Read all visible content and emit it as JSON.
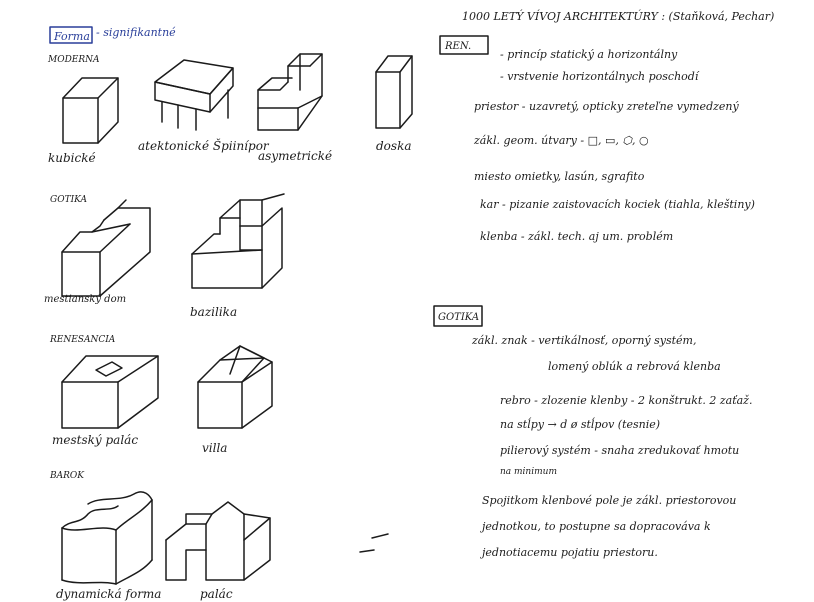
{
  "left": {
    "forma_box": "Forma",
    "forma_suffix": "- signifikantné",
    "sections": [
      {
        "title": "MODERNA",
        "items": [
          "kubické",
          "atektonické Špiinípor",
          "asymetrické",
          "doska"
        ]
      },
      {
        "title": "GOTIKA",
        "items": [
          "mestianský dom",
          "bazilika"
        ]
      },
      {
        "title": "RENESANCIA",
        "items": [
          "mestský palác",
          "villa"
        ]
      },
      {
        "title": "BAROK",
        "items": [
          "dynamická forma",
          "palác"
        ]
      }
    ]
  },
  "right": {
    "heading": "1000 LETÝ VÍVOJ ARCHITEKTÚRY : (Staňková, Pechar)",
    "ren_box": "REN.",
    "ren_lines": [
      "- princíp statický a horizontálny",
      "- vrstvenie horizontálnych poschodí",
      "priestor - uzavretý, opticky zreteľne vymedzený",
      "zákl. geom. útvary - □, ▭, ⬡, ○",
      "miesto omietky, lasún, sgrafito",
      "kar - pizanie zaistovacích kociek (tiahla, kleštiny)",
      "klenba - zákl. tech. aj um. problém"
    ],
    "gotika_box": "GOTIKA",
    "gotika_lines": [
      "zákl. znak - vertikálnosť, oporný systém,",
      "lomený oblúk a rebrová klenba",
      "rebro - zlozenie klenby - 2 konštrukt. 2 zaťaž.",
      "na stĺpy → d ø stĺpov (tesnie)",
      "pilierový systém - snaha zredukovať hmotu",
      "na minimum",
      "Spojitkom klenbové pole je zákl. priestorovou",
      "jednotkou, to postupne sa dopracováva k",
      "jednotiacemu pojatiu priestoru."
    ]
  }
}
